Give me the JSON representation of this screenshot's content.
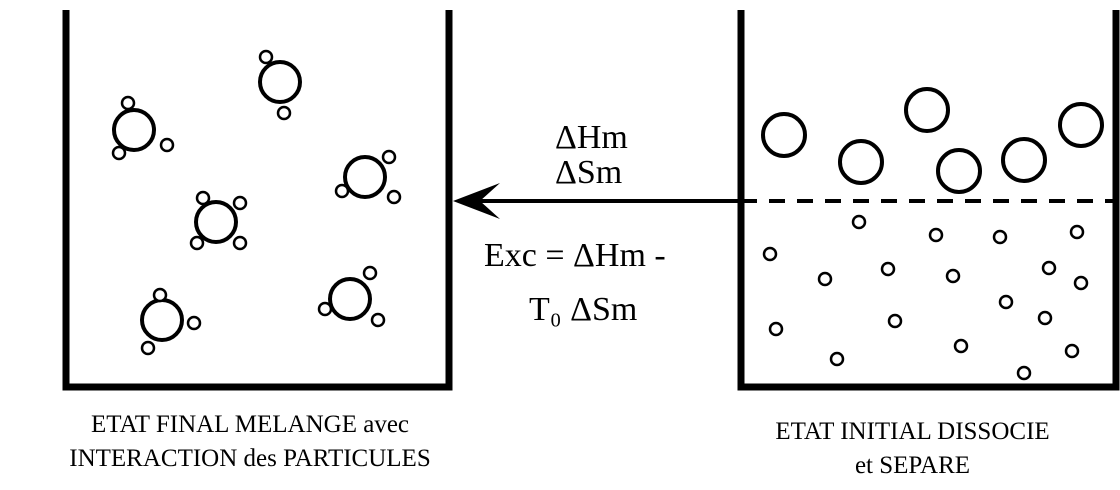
{
  "left_container": {
    "caption_line1": "ETAT FINAL MELANGE avec",
    "caption_line2": "INTERACTION des PARTICULES"
  },
  "right_container": {
    "caption_line1": "ETAT INITIAL DISSOCIE",
    "caption_line2": "et SEPARE"
  },
  "arrow_labels": {
    "enthalpy": "ΔHm",
    "entropy": "ΔSm",
    "exergy_line1": "Exc  = ΔHm -",
    "exergy_line2": "T₀ ΔSm"
  }
}
